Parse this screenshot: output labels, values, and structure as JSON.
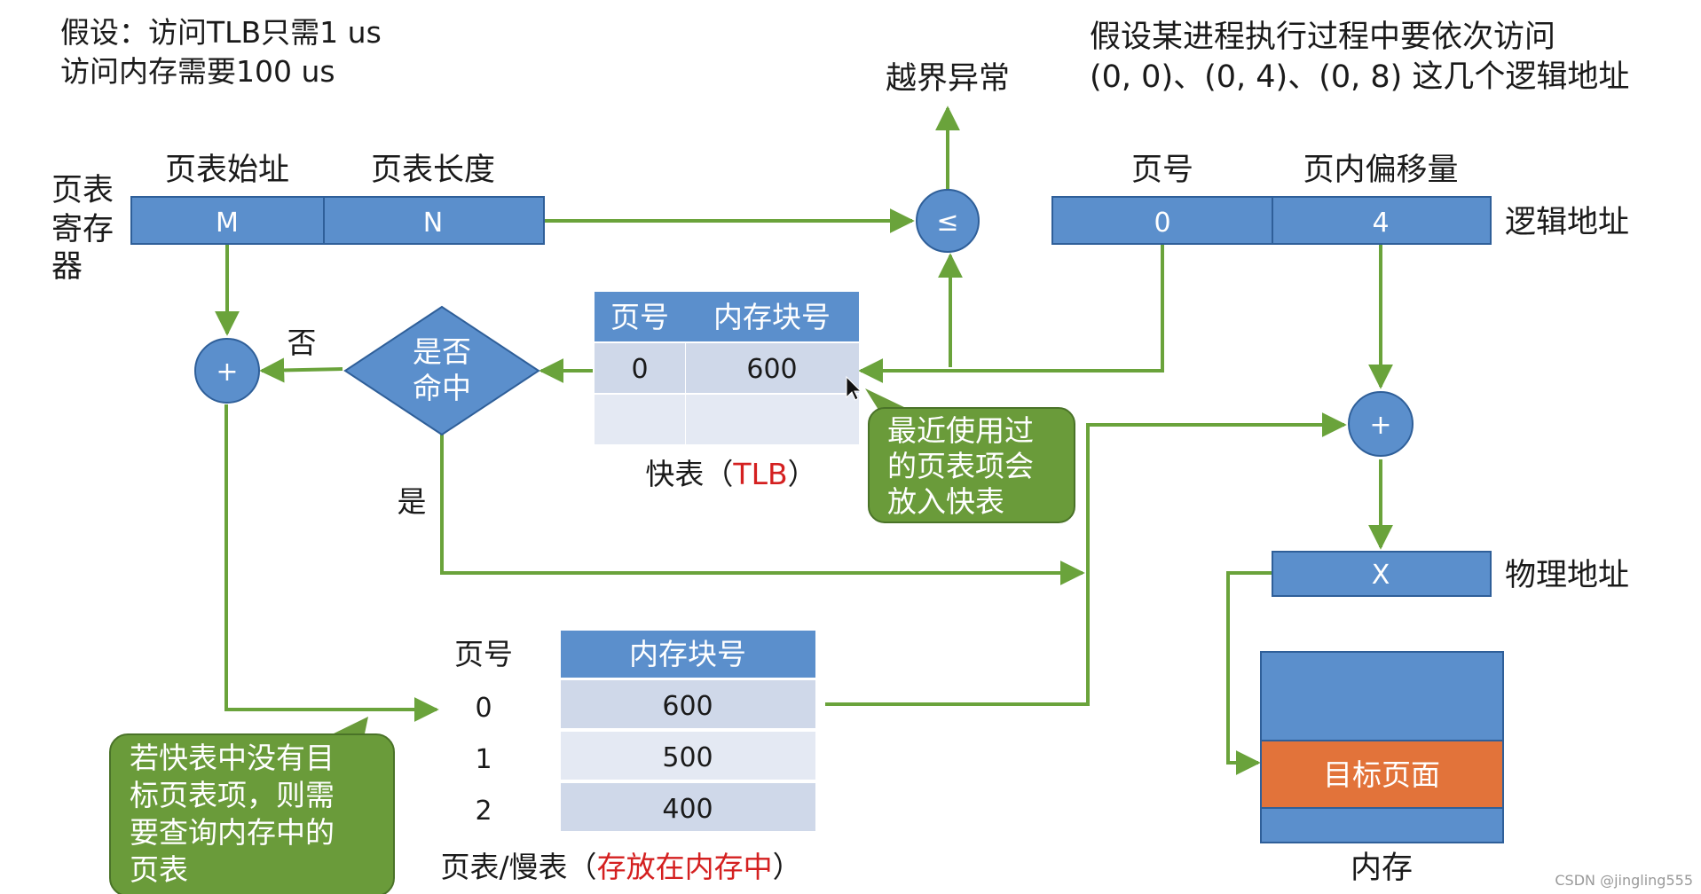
{
  "assumption": {
    "line1": "假设：访问TLB只需1 us",
    "line2": "访问内存需要100 us"
  },
  "process_note": {
    "line1": "假设某进程执行过程中要依次访问",
    "line2": "(0, 0)、(0, 4)、(0, 8) 这几个逻辑地址"
  },
  "out_of_bounds": "越界异常",
  "compare_symbol": "≤",
  "page_table_register": {
    "side_label": [
      "页表",
      "寄存",
      "器"
    ],
    "start_header": "页表始址",
    "length_header": "页表长度",
    "start_value": "M",
    "length_value": "N"
  },
  "logical_address": {
    "page_header": "页号",
    "offset_header": "页内偏移量",
    "page_value": "0",
    "offset_value": "4",
    "label": "逻辑地址"
  },
  "tlb": {
    "col_page": "页号",
    "col_block": "内存块号",
    "rows": [
      {
        "page": "0",
        "block": "600"
      },
      {
        "page": "",
        "block": ""
      }
    ],
    "caption_prefix": "快表（",
    "caption_highlight": "TLB",
    "caption_suffix": "）"
  },
  "decision": {
    "line1": "是否",
    "line2": "命中",
    "no": "否",
    "yes": "是"
  },
  "adder_symbol": "+",
  "callout_tlb": [
    "最近使用过",
    "的页表项会",
    "放入快表"
  ],
  "callout_miss": [
    "若快表中没有目",
    "标页表项，则需",
    "要查询内存中的",
    "页表"
  ],
  "physical_address": {
    "value": "X",
    "label": "物理地址"
  },
  "page_table": {
    "col_page": "页号",
    "col_block": "内存块号",
    "rows": [
      {
        "page": "0",
        "block": "600"
      },
      {
        "page": "1",
        "block": "500"
      },
      {
        "page": "2",
        "block": "400"
      }
    ],
    "caption_prefix": "页表/慢表（",
    "caption_highlight": "存放在内存中",
    "caption_suffix": "）"
  },
  "memory": {
    "target": "目标页面",
    "label": "内存"
  },
  "watermark": "CSDN @jingling555",
  "colors": {
    "blue": "#5b8fcc",
    "light_blue_cell": "#cfd8e9",
    "lighter_cell": "#e4e9f3",
    "arrow_green": "#6aa33b",
    "callout_green": "#6a9b3a",
    "target_orange": "#e2733a",
    "highlight_red": "#d42020"
  }
}
